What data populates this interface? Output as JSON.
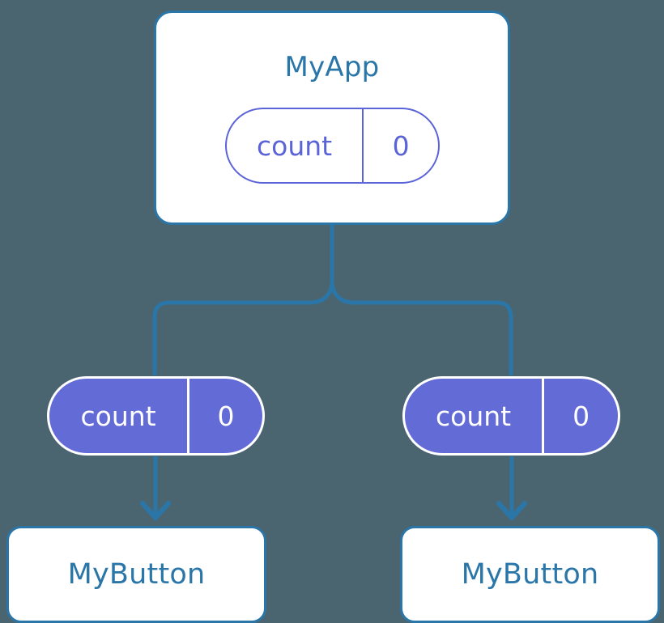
{
  "diagram": {
    "title": "Component state propagation tree",
    "background_color": "#4a6570",
    "colors": {
      "connector": "#2a76a8",
      "box_border": "#2a76a8",
      "box_fill": "#ffffff",
      "box_text": "#2a76a8",
      "state_outline": "#5a63d8",
      "state_fill": "#636bd6",
      "state_fill_text": "#ffffff"
    }
  },
  "root": {
    "name": "root-component",
    "title": "MyApp",
    "state": {
      "key": "count",
      "value": "0"
    }
  },
  "branches": [
    {
      "name": "left-branch",
      "state": {
        "key": "count",
        "value": "0"
      },
      "leaf": {
        "name": "left-leaf",
        "title": "MyButton"
      }
    },
    {
      "name": "right-branch",
      "state": {
        "key": "count",
        "value": "0"
      },
      "leaf": {
        "name": "right-leaf",
        "title": "MyButton"
      }
    }
  ]
}
